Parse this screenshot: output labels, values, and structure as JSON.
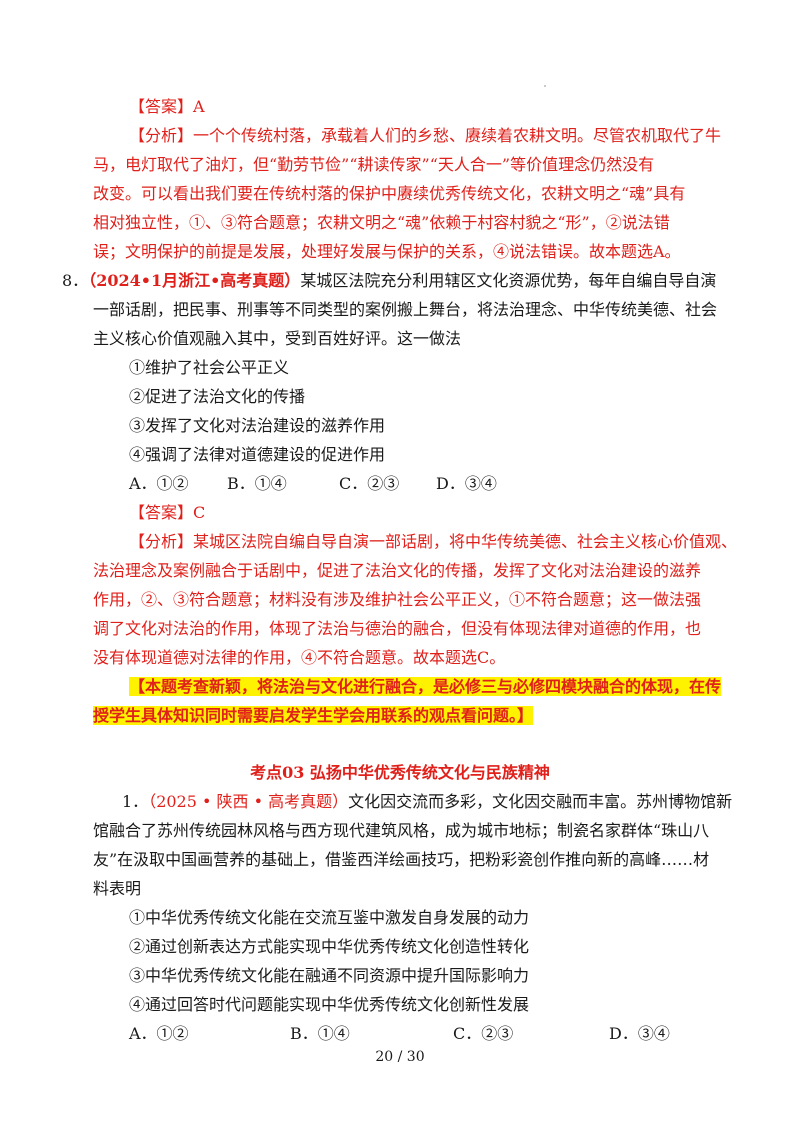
{
  "q7": {
    "answer": "【答案】A",
    "analysis_lines": [
      "【分析】一个个传统村落，承载着人们的乡愁、赓续着农耕文明。尽管农机取代了牛",
      "马，电灯取代了油灯，但“勤劳节俭”“耕读传家”“天人合一”等价值理念仍然没有",
      "改变。可以看出我们要在传统村落的保护中赓续优秀传统文化，农耕文明之“魂”具有",
      "相对独立性，①、③符合题意；农耕文明之“魂”依赖于村容村貌之“形”，②说法错",
      "误；文明保护的前提是发展，处理好发展与保护的关系，④说法错误。故本题选A。"
    ]
  },
  "q8": {
    "number": "8．",
    "source": "（2024•1月浙江•高考真题）",
    "stem_first": "某城区法院充分利用辖区文化资源优势，每年自编自导自演",
    "stem_lines": [
      "一部话剧，把民事、刑事等不同类型的案例搬上舞台，将法治理念、中华传统美德、社会",
      "主义核心价值观融入其中，受到百姓好评。这一做法"
    ],
    "items": [
      "①维护了社会公平正义",
      "②促进了法治文化的传播",
      "③发挥了文化对法治建设的滋养作用",
      "④强调了法律对道德建设的促进作用"
    ],
    "options": [
      "A．①②",
      "B．①④",
      "C．②③",
      "D．③④"
    ],
    "answer": "【答案】C",
    "analysis_lines": [
      "【分析】某城区法院自编自导自演一部话剧，将中华传统美德、社会主义核心价值观、",
      "法治理念及案例融合于话剧中，促进了法治文化的传播，发挥了文化对法治建设的滋养",
      "作用，②、③符合题意；材料没有涉及维护社会公平正义，①不符合题意；这一做法强",
      "调了文化对法治的作用，体现了法治与德治的融合，但没有体现法律对道德的作用，也",
      "没有体现道德对法律的作用，④不符合题意。故本题选C。"
    ],
    "highlight_lines": [
      "【本题考查新颖，将法治与文化进行融合，是必修三与必修四模块融合的体现，在传",
      "授学生具体知识同时需要启发学生学会用联系的观点看问题。】"
    ]
  },
  "section": {
    "title": "考点03  弘扬中华优秀传统文化与民族精神"
  },
  "q1": {
    "number": "1．",
    "source": "（2025 • 陕西 • 高考真题）",
    "stem_first": "文化因交流而多彩，文化因交融而丰富。苏州博物馆新",
    "stem_lines": [
      "馆融合了苏州传统园林风格与西方现代建筑风格，成为城市地标；制瓷名家群体“珠山八",
      "友”在汲取中国画营养的基础上，借鉴西洋绘画技巧，把粉彩瓷创作推向新的高峰……材",
      "料表明"
    ],
    "items": [
      "①中华优秀传统文化能在交流互鉴中激发自身发展的动力",
      "②通过创新表达方式能实现中华优秀传统文化创造性转化",
      "③中华优秀传统文化能在融通不同资源中提升国际影响力",
      "④通过回答时代问题能实现中华优秀传统文化创新性发展"
    ],
    "options": [
      "A．①②",
      "B．①④",
      "C．②③",
      "D．③④"
    ]
  },
  "footer": {
    "page": "20 / 30"
  }
}
